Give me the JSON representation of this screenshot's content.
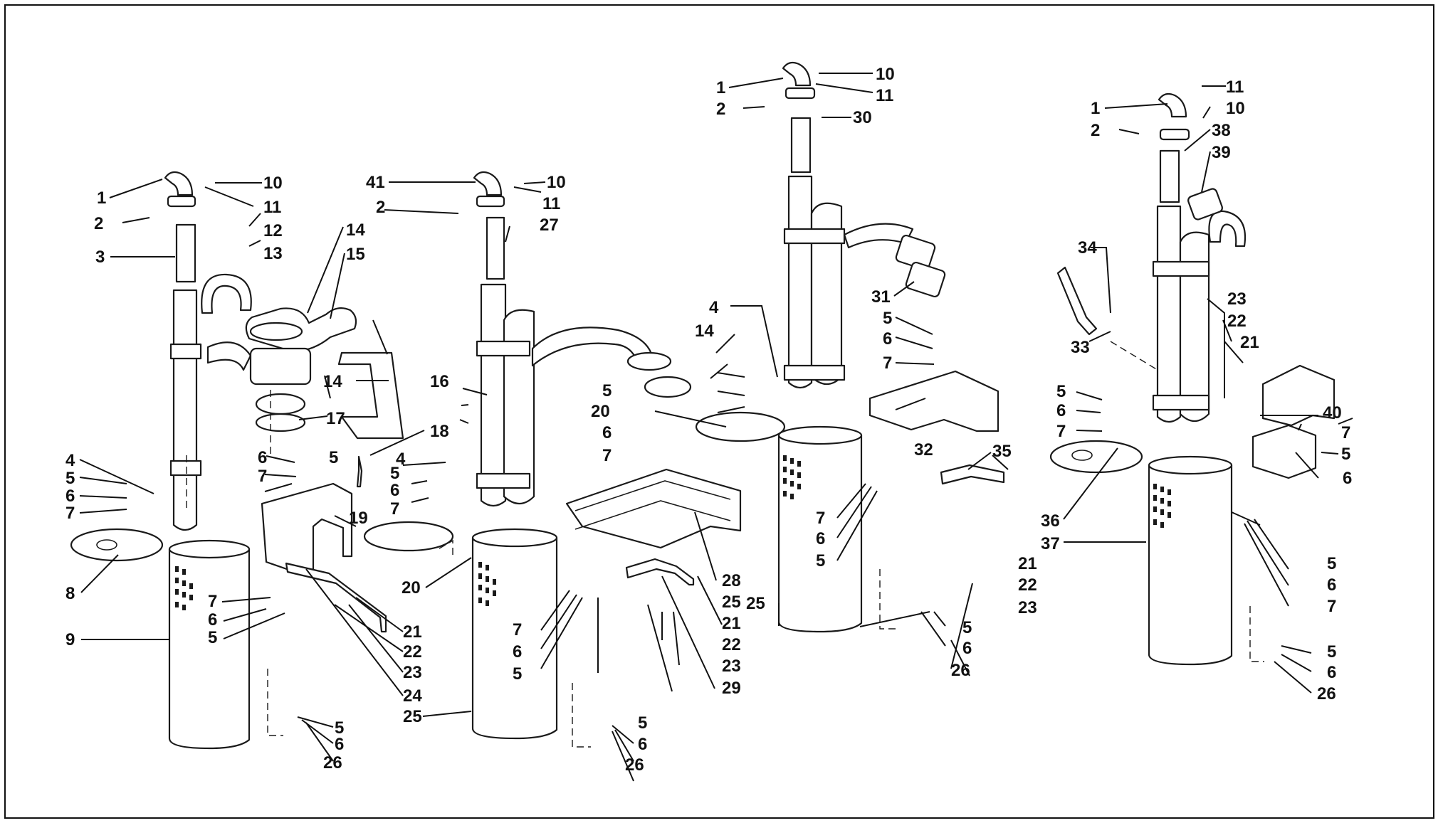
{
  "callouts": [
    {
      "id": "c1",
      "text": "1"
    },
    {
      "id": "c2",
      "text": "2"
    },
    {
      "id": "c3",
      "text": "3"
    },
    {
      "id": "c4",
      "text": "4"
    },
    {
      "id": "c5",
      "text": "5"
    },
    {
      "id": "c6",
      "text": "6"
    },
    {
      "id": "c7",
      "text": "7"
    },
    {
      "id": "c8",
      "text": "8"
    },
    {
      "id": "c9",
      "text": "9"
    },
    {
      "id": "c10",
      "text": "10"
    },
    {
      "id": "c11",
      "text": "11"
    },
    {
      "id": "c12",
      "text": "12"
    },
    {
      "id": "c13",
      "text": "13"
    },
    {
      "id": "c14",
      "text": "14"
    },
    {
      "id": "c15",
      "text": "15"
    },
    {
      "id": "c16",
      "text": "16"
    },
    {
      "id": "c17",
      "text": "17"
    },
    {
      "id": "c18",
      "text": "18"
    },
    {
      "id": "c19",
      "text": "19"
    },
    {
      "id": "c20",
      "text": "20"
    },
    {
      "id": "c21",
      "text": "21"
    },
    {
      "id": "c22",
      "text": "22"
    },
    {
      "id": "c23",
      "text": "23"
    },
    {
      "id": "c24",
      "text": "24"
    },
    {
      "id": "c25",
      "text": "25"
    },
    {
      "id": "c26",
      "text": "26"
    },
    {
      "id": "c27",
      "text": "27"
    },
    {
      "id": "c28",
      "text": "28"
    },
    {
      "id": "c29",
      "text": "29"
    },
    {
      "id": "c30",
      "text": "30"
    },
    {
      "id": "c31",
      "text": "31"
    },
    {
      "id": "c32",
      "text": "32"
    },
    {
      "id": "c33",
      "text": "33"
    },
    {
      "id": "c34",
      "text": "34"
    },
    {
      "id": "c35",
      "text": "35"
    },
    {
      "id": "c36",
      "text": "36"
    },
    {
      "id": "c37",
      "text": "37"
    },
    {
      "id": "c38",
      "text": "38"
    },
    {
      "id": "c39",
      "text": "39"
    },
    {
      "id": "c40",
      "text": "40"
    },
    {
      "id": "c41",
      "text": "41"
    }
  ]
}
